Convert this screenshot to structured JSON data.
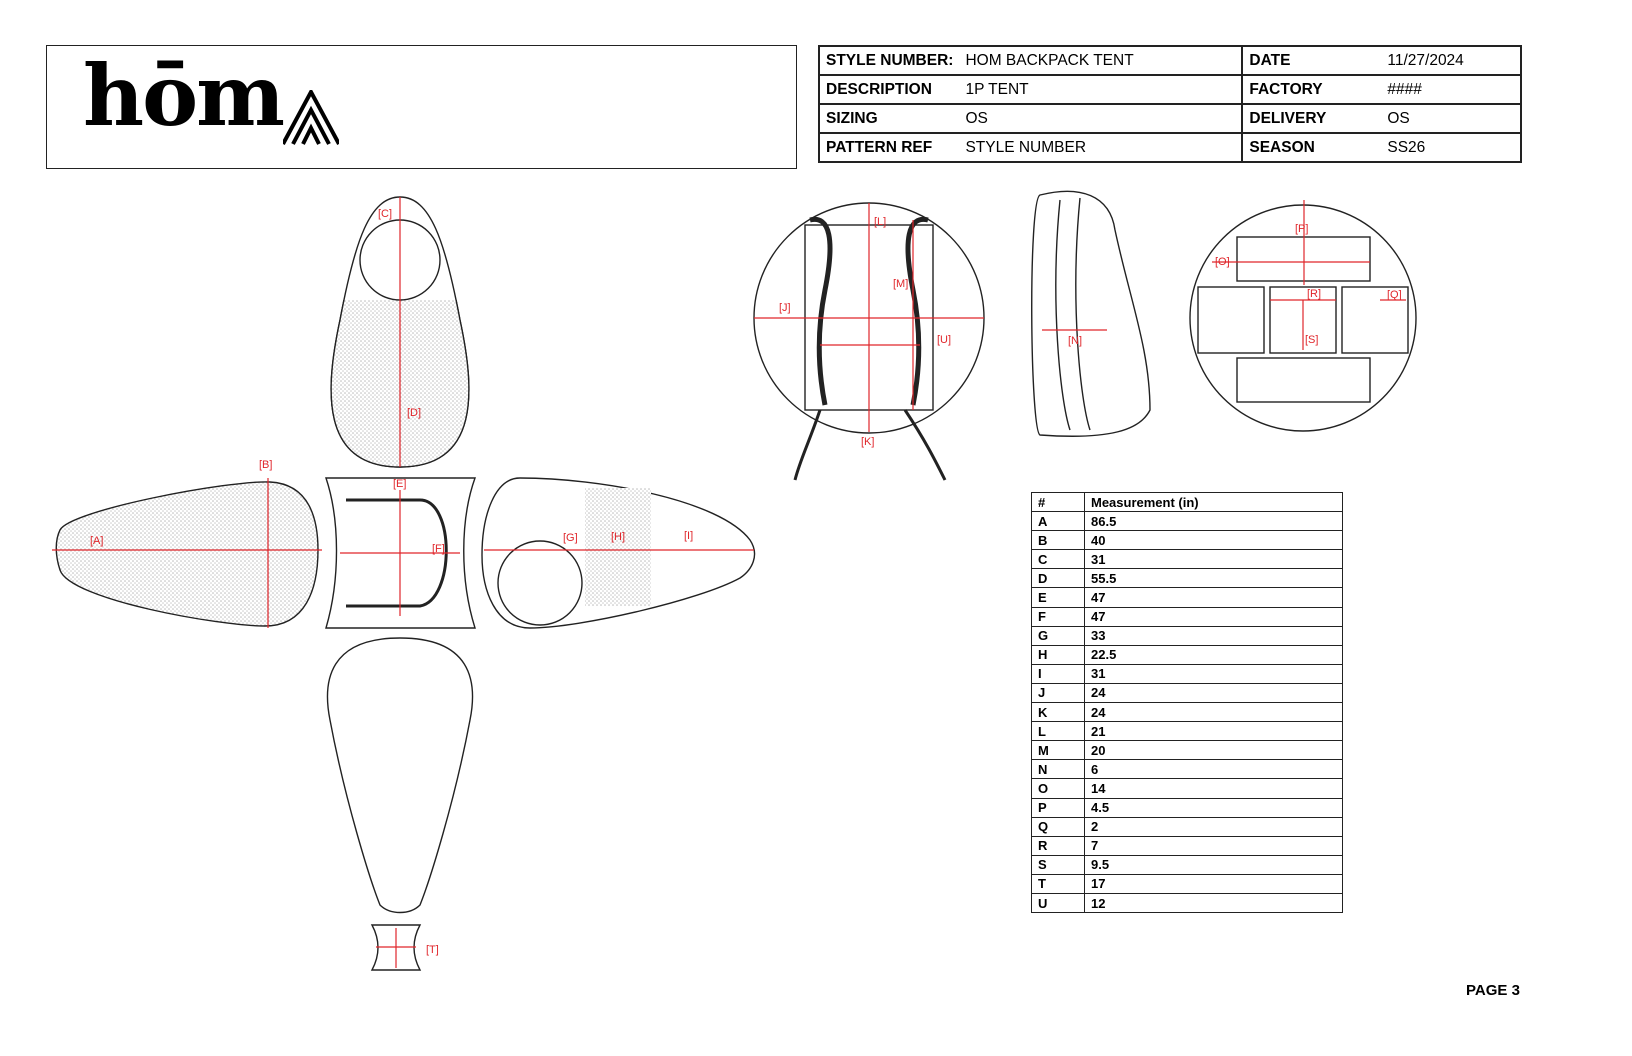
{
  "brand": {
    "wordmark": "hōm"
  },
  "header": {
    "rows": [
      {
        "label": "STYLE NUMBER:",
        "value": "HOM BACKPACK TENT",
        "label2": "DATE",
        "value2": "11/27/2024"
      },
      {
        "label": "DESCRIPTION",
        "value": "1P TENT",
        "label2": "FACTORY",
        "value2": "####"
      },
      {
        "label": "SIZING",
        "value": "OS",
        "label2": "DELIVERY",
        "value2": "OS"
      },
      {
        "label": "PATTERN REF",
        "value": "STYLE NUMBER",
        "label2": "SEASON",
        "value2": "SS26"
      }
    ]
  },
  "measurements": {
    "headers": [
      "#",
      "Measurement (in)"
    ],
    "rows": [
      [
        "A",
        "86.5"
      ],
      [
        "B",
        "40"
      ],
      [
        "C",
        "31"
      ],
      [
        "D",
        "55.5"
      ],
      [
        "E",
        "47"
      ],
      [
        "F",
        "47"
      ],
      [
        "G",
        "33"
      ],
      [
        "H",
        "22.5"
      ],
      [
        "I",
        "31"
      ],
      [
        "J",
        "24"
      ],
      [
        "K",
        "24"
      ],
      [
        "L",
        "21"
      ],
      [
        "M",
        "20"
      ],
      [
        "N",
        "6"
      ],
      [
        "O",
        "14"
      ],
      [
        "P",
        "4.5"
      ],
      [
        "Q",
        "2"
      ],
      [
        "R",
        "7"
      ],
      [
        "S",
        "9.5"
      ],
      [
        "T",
        "17"
      ],
      [
        "U",
        "12"
      ]
    ]
  },
  "diagram_labels": {
    "A": "[A]",
    "B": "[B]",
    "C": "[C]",
    "D": "[D]",
    "E": "[E]",
    "F": "[F]",
    "G": "[G]",
    "H": "[H]",
    "I": "[I]",
    "J": "[J]",
    "K": "[K]",
    "L": "[L]",
    "M": "[M]",
    "N": "[N]",
    "O": "[O]",
    "P": "[P]",
    "Q": "[Q]",
    "R": "[R]",
    "S": "[S]",
    "T": "[T]",
    "U": "[U]"
  },
  "footer": {
    "page": "PAGE 3"
  },
  "colors": {
    "measure": "#e0262b",
    "line": "#222222"
  }
}
